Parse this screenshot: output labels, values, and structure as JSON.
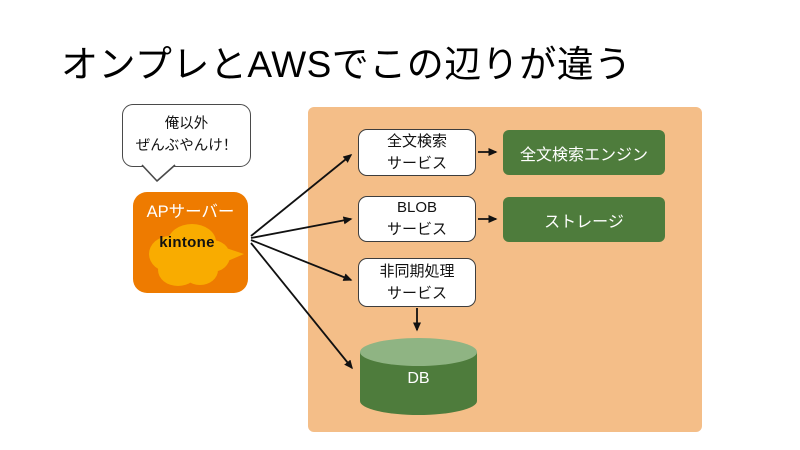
{
  "slide": {
    "title": "オンプレとAWSでこの辺りが違う"
  },
  "speech_bubble": {
    "line1": "俺以外",
    "line2": "ぜんぶやんけ！"
  },
  "ap_server": {
    "label": "APサーバー",
    "logo_text": "kintone"
  },
  "aws_area": {
    "services": [
      {
        "line1": "全文検索",
        "line2": "サービス"
      },
      {
        "line1": "BLOB",
        "line2": "サービス"
      },
      {
        "line1": "非同期処理",
        "line2": "サービス"
      }
    ],
    "backends": [
      {
        "label": "全文検索エンジン"
      },
      {
        "label": "ストレージ"
      }
    ],
    "database": {
      "label": "DB"
    }
  },
  "colors": {
    "ap_server_orange": "#EE7B00",
    "kintone_cloud_yellow": "#F9AC00",
    "aws_area_tan": "#F4BE88",
    "backend_green": "#4E7C3C",
    "db_top_green": "#8FB483",
    "arrow_black": "#111111",
    "title_black": "#000000"
  }
}
